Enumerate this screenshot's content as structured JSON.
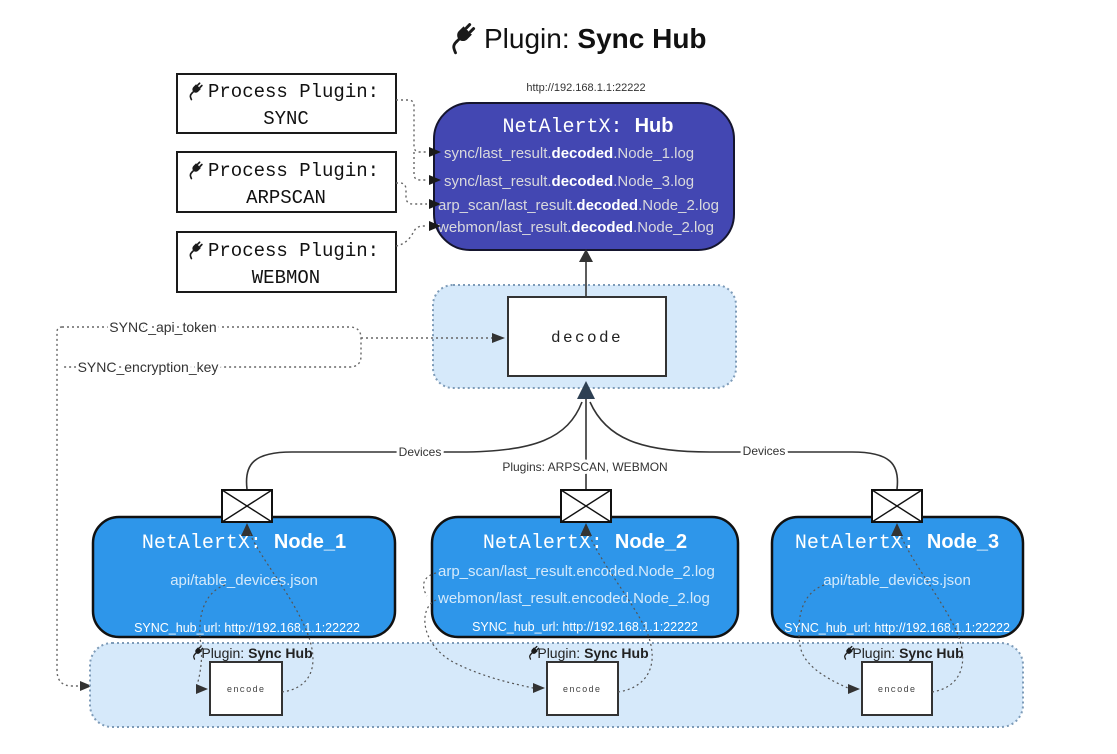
{
  "title": {
    "prefix": "Plugin: ",
    "bold": "Sync Hub"
  },
  "hub": {
    "url": "http://192.168.1.1:22222",
    "title_prefix": "NetAlertX: ",
    "title_bold": "Hub",
    "lines": [
      {
        "pre": "sync/last_result.",
        "bold": "decoded",
        "post": ".Node_1.log"
      },
      {
        "pre": "sync/last_result.",
        "bold": "decoded",
        "post": ".Node_3.log"
      },
      {
        "pre": "arp_scan/last_result.",
        "bold": "decoded",
        "post": ".Node_2.log"
      },
      {
        "pre": "webmon/last_result.",
        "bold": "decoded",
        "post": ".Node_2.log"
      }
    ]
  },
  "process_plugins": {
    "label": "Process Plugin:",
    "items": [
      "SYNC",
      "ARPSCAN",
      "WEBMON"
    ]
  },
  "tokens": {
    "api_token": "SYNC_api_token",
    "encryption_key": "SYNC_encryption_key"
  },
  "decode_label": "decode",
  "edge_labels": {
    "devices_left": "Devices",
    "plugins_mid": "Plugins: ARPSCAN, WEBMON",
    "devices_right": "Devices"
  },
  "nodes": [
    {
      "title_prefix": "NetAlertX: ",
      "title_bold": "Node_1",
      "files": [
        "api/table_devices.json"
      ],
      "hub_url": "SYNC_hub_url: http://192.168.1.1:22222"
    },
    {
      "title_prefix": "NetAlertX: ",
      "title_bold": "Node_2",
      "files": [
        "arp_scan/last_result.encoded.Node_2.log",
        "webmon/last_result.encoded.Node_2.log"
      ],
      "hub_url": "SYNC_hub_url: http://192.168.1.1:22222"
    },
    {
      "title_prefix": "NetAlertX: ",
      "title_bold": "Node_3",
      "files": [
        "api/table_devices.json"
      ],
      "hub_url": "SYNC_hub_url: http://192.168.1.1:22222"
    }
  ],
  "encode": {
    "plugin_prefix": "Plugin: ",
    "plugin_bold": "Sync Hub",
    "box_label": "encode"
  },
  "colors": {
    "hub_fill": "#4347b2",
    "hub_stroke": "#15152e",
    "node_fill": "#2e96ea",
    "node_stroke": "#111111",
    "container_fill": "#d6e9fa",
    "container_border": "#7d9bb8",
    "merge_arrow": "#2e4053",
    "line": "#333333"
  }
}
